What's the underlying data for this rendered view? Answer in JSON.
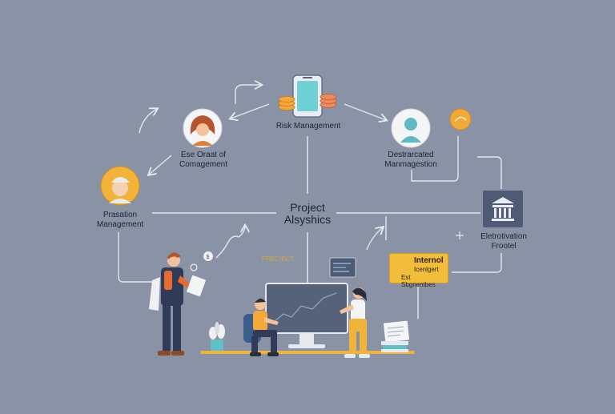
{
  "diagram": {
    "center_label_1": "Project",
    "center_label_2": "Alsyshics",
    "top_label": "Risk Management",
    "left_upper_label_1": "Ese Oraat of",
    "left_upper_label_2": "Comagement",
    "left_lower_label_1": "Prasation",
    "left_lower_label_2": "Management",
    "right_upper_label_1": "Destrarcated",
    "right_upper_label_2": "Manmagestion",
    "right_lower_label_1": "Eletrotivation",
    "right_lower_label_2": "Frootel",
    "small_tag": "PRECIECT",
    "warning_title": "Internol",
    "warning_line_1": "Icenlgert",
    "warning_line_2": "Est Sbgnentbes"
  },
  "colors": {
    "background": "#8a93a6",
    "line": "#dfe3ea",
    "accent_orange": "#f3a93a",
    "accent_yellow": "#f2bd3a",
    "screen": "#56617a"
  }
}
